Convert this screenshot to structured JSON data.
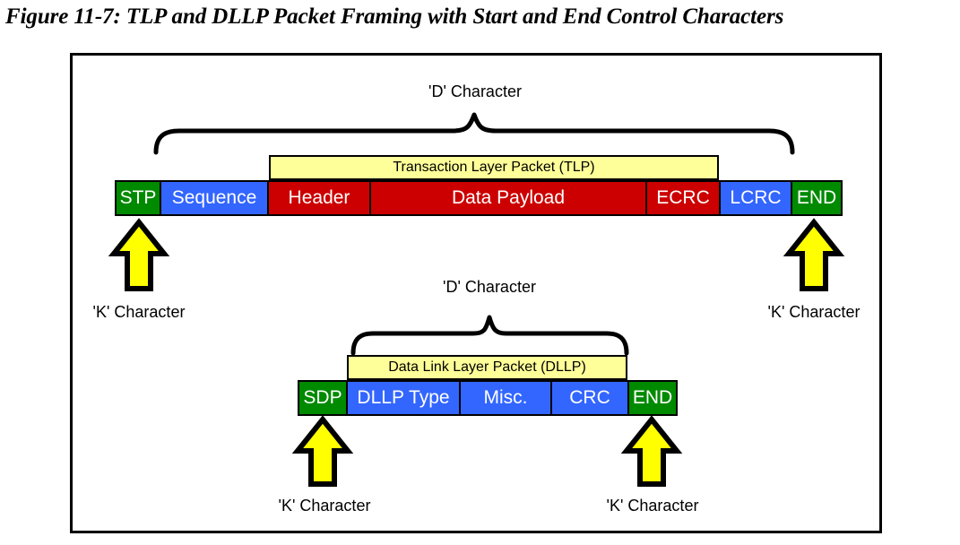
{
  "figure": {
    "caption": "Figure 11-7: TLP and DLLP Packet Framing with Start and End Control Characters"
  },
  "colors": {
    "green": "#008a00",
    "blue": "#3366ff",
    "red": "#cc0000",
    "yellow": "#ffff99",
    "arrow_fill": "#ffff00",
    "outline": "#000000"
  },
  "tlp": {
    "band_label": "Transaction Layer Packet (TLP)",
    "d_character_label": "'D' Character",
    "cells": [
      {
        "label": "STP",
        "color": "green"
      },
      {
        "label": "Sequence",
        "color": "blue"
      },
      {
        "label": "Header",
        "color": "red"
      },
      {
        "label": "Data Payload",
        "color": "red"
      },
      {
        "label": "ECRC",
        "color": "red"
      },
      {
        "label": "LCRC",
        "color": "blue"
      },
      {
        "label": "END",
        "color": "green"
      }
    ],
    "k_character_left": "'K' Character",
    "k_character_right": "'K' Character"
  },
  "dllp": {
    "band_label": "Data Link Layer Packet (DLLP)",
    "d_character_label": "'D' Character",
    "cells": [
      {
        "label": "SDP",
        "color": "green"
      },
      {
        "label": "DLLP Type",
        "color": "blue"
      },
      {
        "label": "Misc.",
        "color": "blue"
      },
      {
        "label": "CRC",
        "color": "blue"
      },
      {
        "label": "END",
        "color": "green"
      }
    ],
    "k_character_left": "'K' Character",
    "k_character_right": "'K' Character"
  }
}
